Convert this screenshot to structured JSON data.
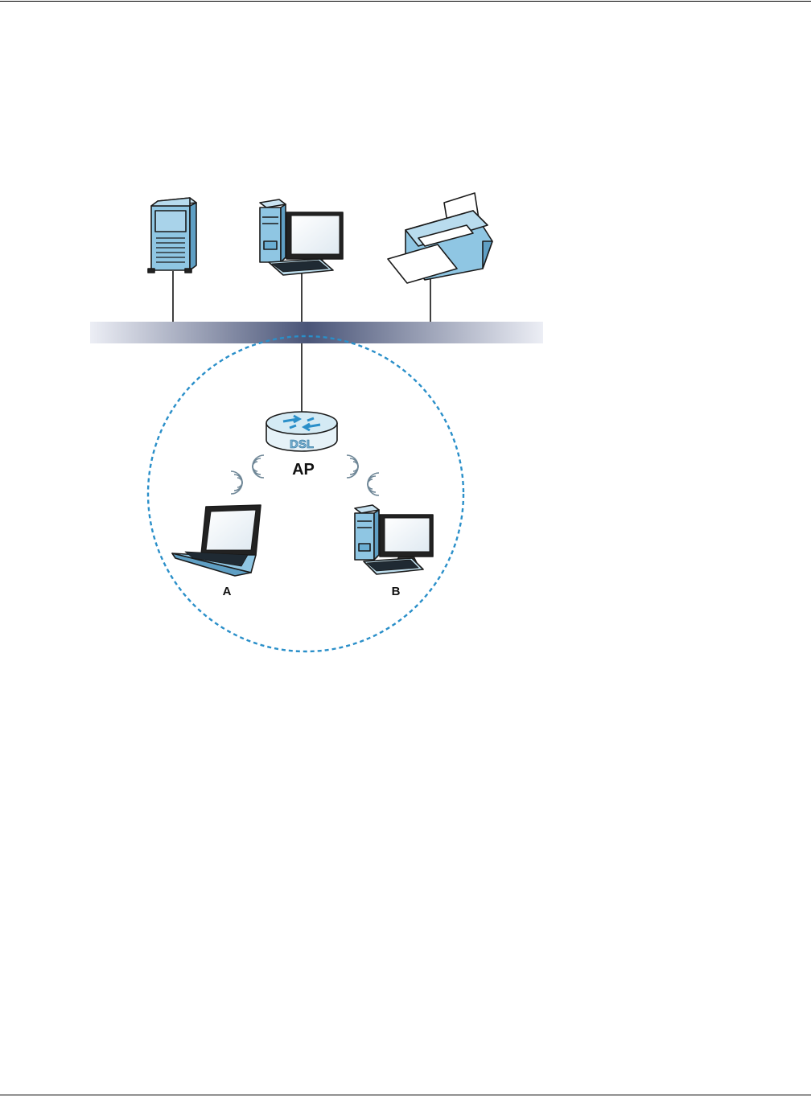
{
  "diagram": {
    "router": {
      "label": "AP",
      "badge": "DSL"
    },
    "clients": [
      {
        "label": "A",
        "icon": "laptop-icon"
      },
      {
        "label": "B",
        "icon": "desktop-computer-icon"
      }
    ],
    "wired_devices": [
      {
        "icon": "server-icon"
      },
      {
        "icon": "desktop-computer-icon"
      },
      {
        "icon": "printer-icon"
      }
    ],
    "colors": {
      "device_blue": "#8fc6e3",
      "outline": "#1a1a1a",
      "coverage_border": "#2a8fc9",
      "backbone_center": "#4a5578",
      "backbone_edge": "#e8eaf2"
    }
  }
}
